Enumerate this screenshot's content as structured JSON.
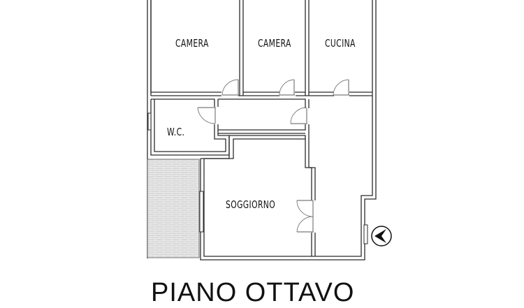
{
  "plan": {
    "floor_title": "PIANO OTTAVO",
    "rooms": [
      {
        "id": "camera-1",
        "label": "CAMERA"
      },
      {
        "id": "camera-2",
        "label": "CAMERA"
      },
      {
        "id": "cucina",
        "label": "CUCINA"
      },
      {
        "id": "wc",
        "label": "W.C."
      },
      {
        "id": "soggiorno",
        "label": "SOGGIORNO"
      }
    ],
    "north_arrow": {
      "icon": "north-arrow-icon",
      "direction": "left"
    },
    "colors": {
      "wall": "#2b2b2b",
      "door": "#7a7a7a",
      "terrace_fill": "#d9d9d9",
      "background": "#ffffff"
    }
  }
}
